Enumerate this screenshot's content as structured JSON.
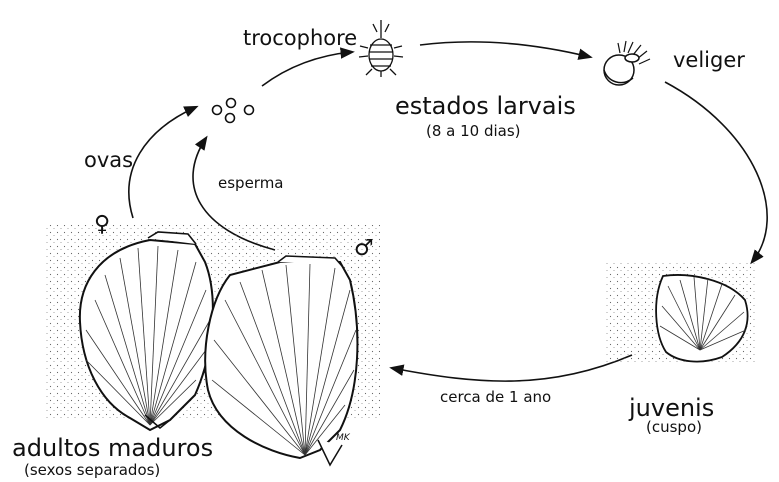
{
  "labels": {
    "trocophore": "trocophore",
    "veliger": "veliger",
    "larval_stages": "estados larvais",
    "larval_duration": "(8 a 10 dias)",
    "eggs": "ovas",
    "sperm": "esperma",
    "female_symbol": "♀",
    "male_symbol": "♂",
    "juveniles": "juvenis",
    "juveniles_sub": "(cuspo)",
    "about_one_year": "cerca de 1 ano",
    "mature_adults": "adultos maduros",
    "mature_adults_sub": "(sexos separados)",
    "artist_initials": "MK"
  },
  "colors": {
    "ink": "#111111",
    "background": "#ffffff"
  }
}
